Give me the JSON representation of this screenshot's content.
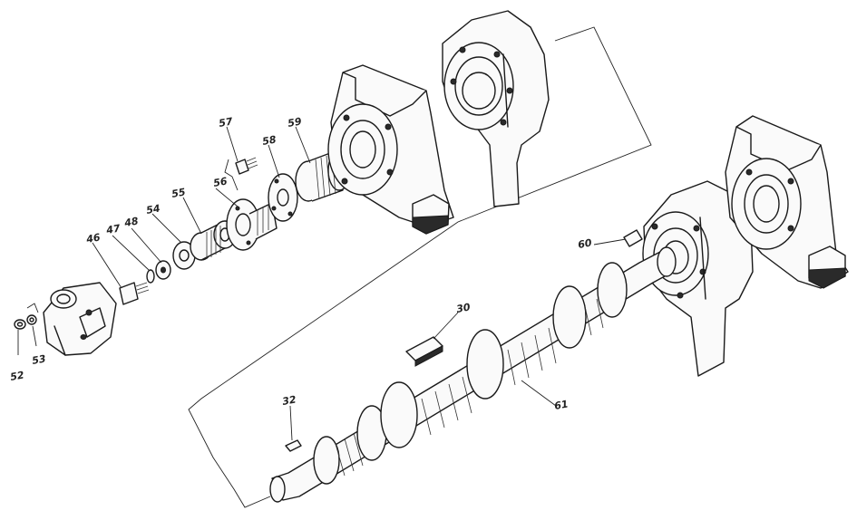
{
  "part_labels": {
    "p52": "52",
    "p53": "53",
    "p46": "46",
    "p47": "47",
    "p48": "48",
    "p54": "54",
    "p55": "55",
    "p56": "56",
    "p57": "57",
    "p58": "58",
    "p59": "59",
    "p60": "60",
    "p30": "30",
    "p32": "32",
    "p61": "61"
  },
  "colors": {
    "ink": "#1a1a1a",
    "paper": "#ffffff"
  }
}
